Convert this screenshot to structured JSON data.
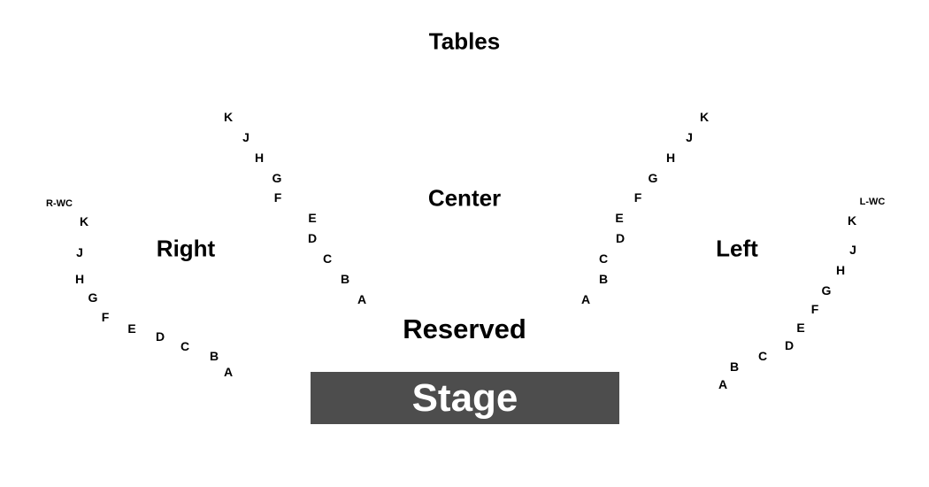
{
  "sections": {
    "tables": "Tables",
    "center": "Center",
    "right": "Right",
    "left": "Left",
    "reserved": "Reserved",
    "stage": "Stage"
  },
  "wheelchair": {
    "right": "R-WC",
    "left": "L-WC"
  },
  "rows": {
    "right": [
      "K",
      "J",
      "H",
      "G",
      "F",
      "E",
      "D",
      "C",
      "B",
      "A"
    ],
    "center_right": [
      "K",
      "J",
      "H",
      "G",
      "F",
      "E",
      "D",
      "C",
      "B",
      "A"
    ],
    "center_left": [
      "K",
      "J",
      "H",
      "G",
      "F",
      "E",
      "D",
      "C",
      "B",
      "A"
    ],
    "left": [
      "K",
      "J",
      "H",
      "G",
      "F",
      "E",
      "D",
      "C",
      "B",
      "A"
    ]
  },
  "colors": {
    "stage_fill": "#4d4d4d",
    "stage_text": "#ffffff",
    "text": "#000000"
  }
}
